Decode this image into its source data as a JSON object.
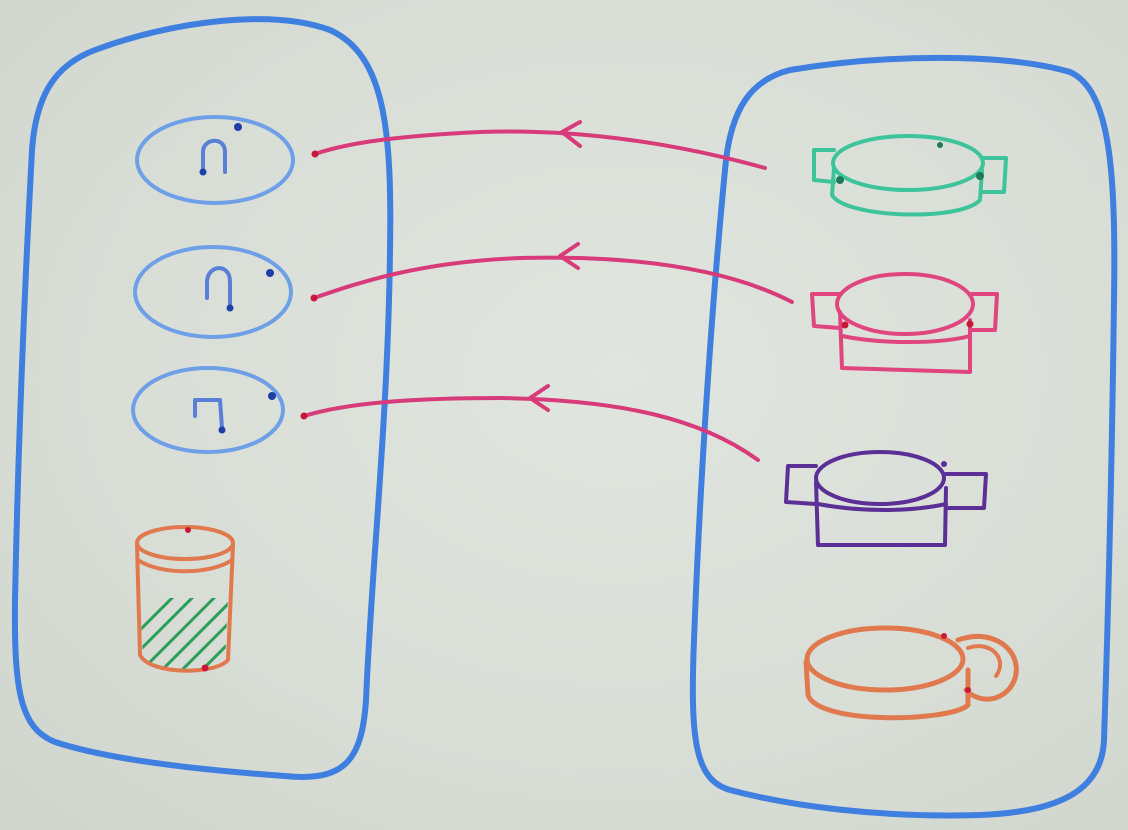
{
  "colors": {
    "board": "#d8ddd6",
    "container": "#3f7fe0",
    "slot_outline": "#6f9fe6",
    "slot_symbol": "#5a7fd9",
    "arrow": "#d83b7a",
    "dot_blue": "#1f3fa8",
    "dot_red": "#c8183a",
    "pot_teal": "#3ec49a",
    "pot_pink": "#e0457e",
    "pot_purple": "#5b2f96",
    "cup_orange": "#e07a4e",
    "hatch_green": "#2c9d5a"
  },
  "left_container": {
    "slots": [
      {
        "symbol_icon": "arch-symbol-icon"
      },
      {
        "symbol_icon": "arch-symbol-icon"
      },
      {
        "symbol_icon": "open-square-symbol-icon"
      }
    ],
    "extra_item_icon": "hatched-cylinder-icon"
  },
  "right_container": {
    "items": [
      {
        "icon": "two-handled-pot-icon",
        "color": "pot_teal"
      },
      {
        "icon": "two-handled-pot-icon",
        "color": "pot_pink"
      },
      {
        "icon": "two-handled-pot-icon",
        "color": "pot_purple"
      },
      {
        "icon": "one-handled-cup-icon",
        "color": "cup_orange"
      }
    ]
  },
  "arrows": [
    {
      "from": "pot-1",
      "to": "slot-1"
    },
    {
      "from": "pot-2",
      "to": "slot-2"
    },
    {
      "from": "pot-3",
      "to": "slot-3"
    }
  ]
}
